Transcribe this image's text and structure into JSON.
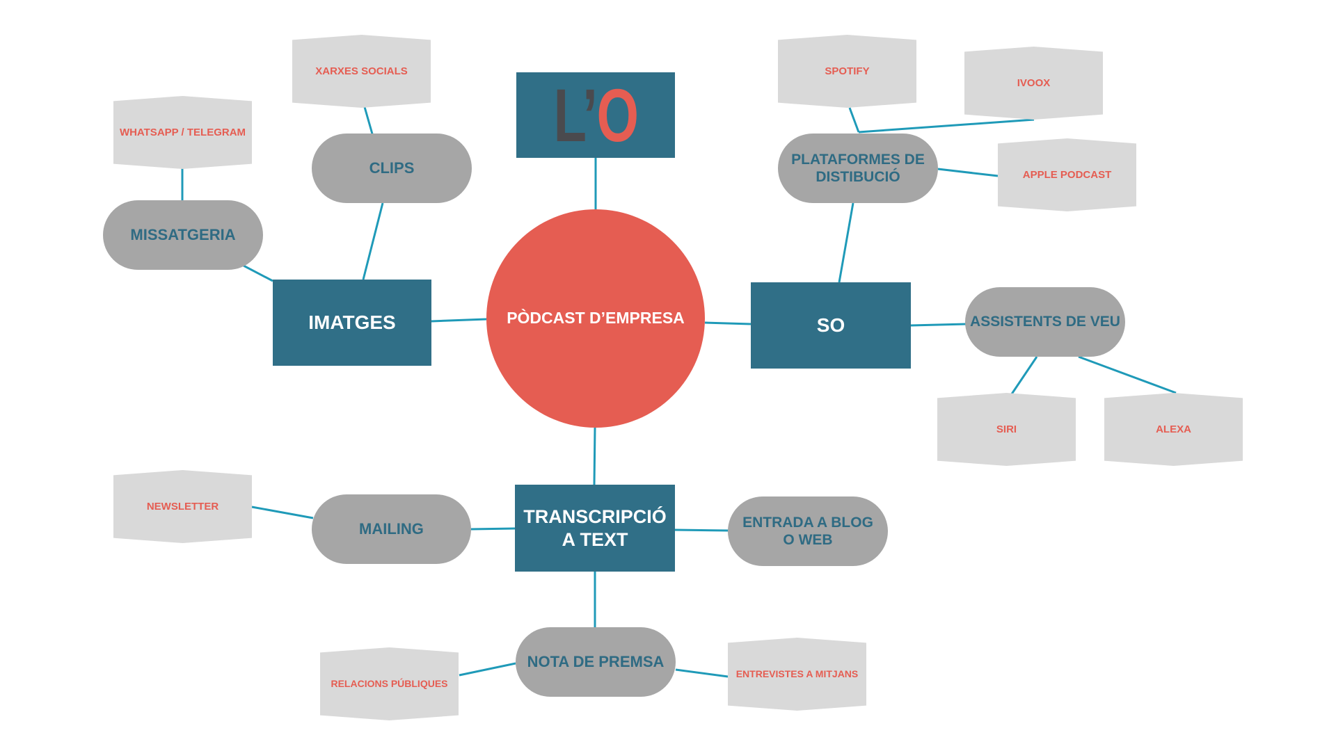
{
  "logo": {
    "letter_l": "L’",
    "letter_o": "O"
  },
  "center": {
    "label": "PÒDCAST D’EMPRESA"
  },
  "branches": {
    "imatges": {
      "label": "IMATGES"
    },
    "so": {
      "label": "SO"
    },
    "transcripcio": {
      "label": "TRANSCRIPCIÓ A TEXT"
    }
  },
  "subtopics": {
    "clips": "CLIPS",
    "missatgeria": "MISSATGERIA",
    "plataformes": "PLATAFORMES DE DISTIBUCIÓ",
    "assistents": "ASSISTENTS DE VEU",
    "mailing": "MAILING",
    "entrada_blog": "ENTRADA A BLOG O WEB",
    "nota_premsa": "NOTA DE PREMSA"
  },
  "leaves": {
    "xarxes_socials": "XARXES SOCIALS",
    "whatsapp_telegram": "WHATSAPP / TELEGRAM",
    "spotify": "SPOTIFY",
    "ivoox": "IVOOX",
    "apple_podcast": "APPLE PODCAST",
    "siri": "SIRI",
    "alexa": "ALEXA",
    "newsletter": "NEWSLETTER",
    "relacions_publiques": "RELACIONS PÚBLIQUES",
    "entrevistes": "ENTREVISTES A MITJANS"
  },
  "colors": {
    "center": "#e55d52",
    "branch": "#306f87",
    "subtopic": "#a6a6a6",
    "subtopic_text": "#2f6b83",
    "leaf": "#d9d9d9",
    "leaf_text": "#e55d52",
    "connector": "#1f9ab8"
  }
}
